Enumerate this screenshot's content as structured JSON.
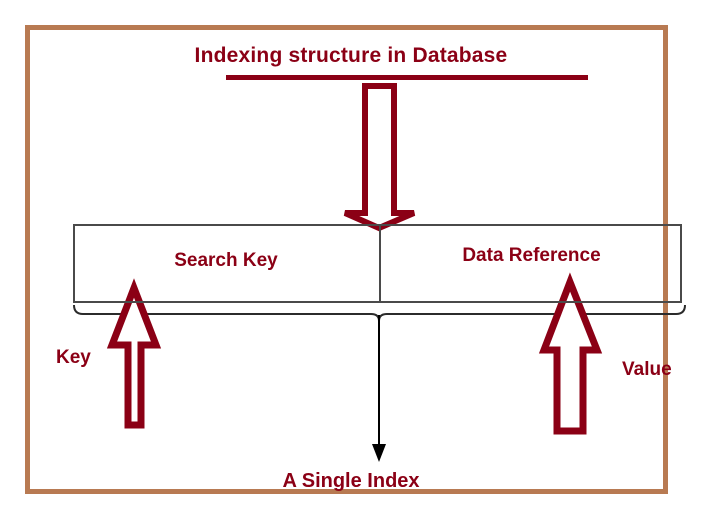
{
  "diagram": {
    "title": "Indexing structure in Database",
    "bottom_caption": "A Single Index",
    "colors": {
      "frame": "#b87a52",
      "accent_text": "#8b0015",
      "box_border": "#4a4a4a",
      "arrow_dark": "#000000",
      "background": "#ffffff"
    },
    "box": {
      "cells": [
        {
          "label": "Search Key",
          "side_label": "Key"
        },
        {
          "label": "Data Reference",
          "side_label": "Value"
        }
      ]
    },
    "arrows": [
      {
        "name": "title-to-box-arrow",
        "direction": "down",
        "style": "outline",
        "color": "#8b0015"
      },
      {
        "name": "key-up-arrow",
        "direction": "up",
        "style": "outline",
        "color": "#8b0015"
      },
      {
        "name": "value-up-arrow",
        "direction": "up",
        "style": "outline",
        "color": "#8b0015"
      },
      {
        "name": "single-index-arrow",
        "direction": "down",
        "style": "line",
        "color": "#000000"
      }
    ],
    "brace": {
      "name": "under-box-brace",
      "orientation": "down"
    }
  }
}
